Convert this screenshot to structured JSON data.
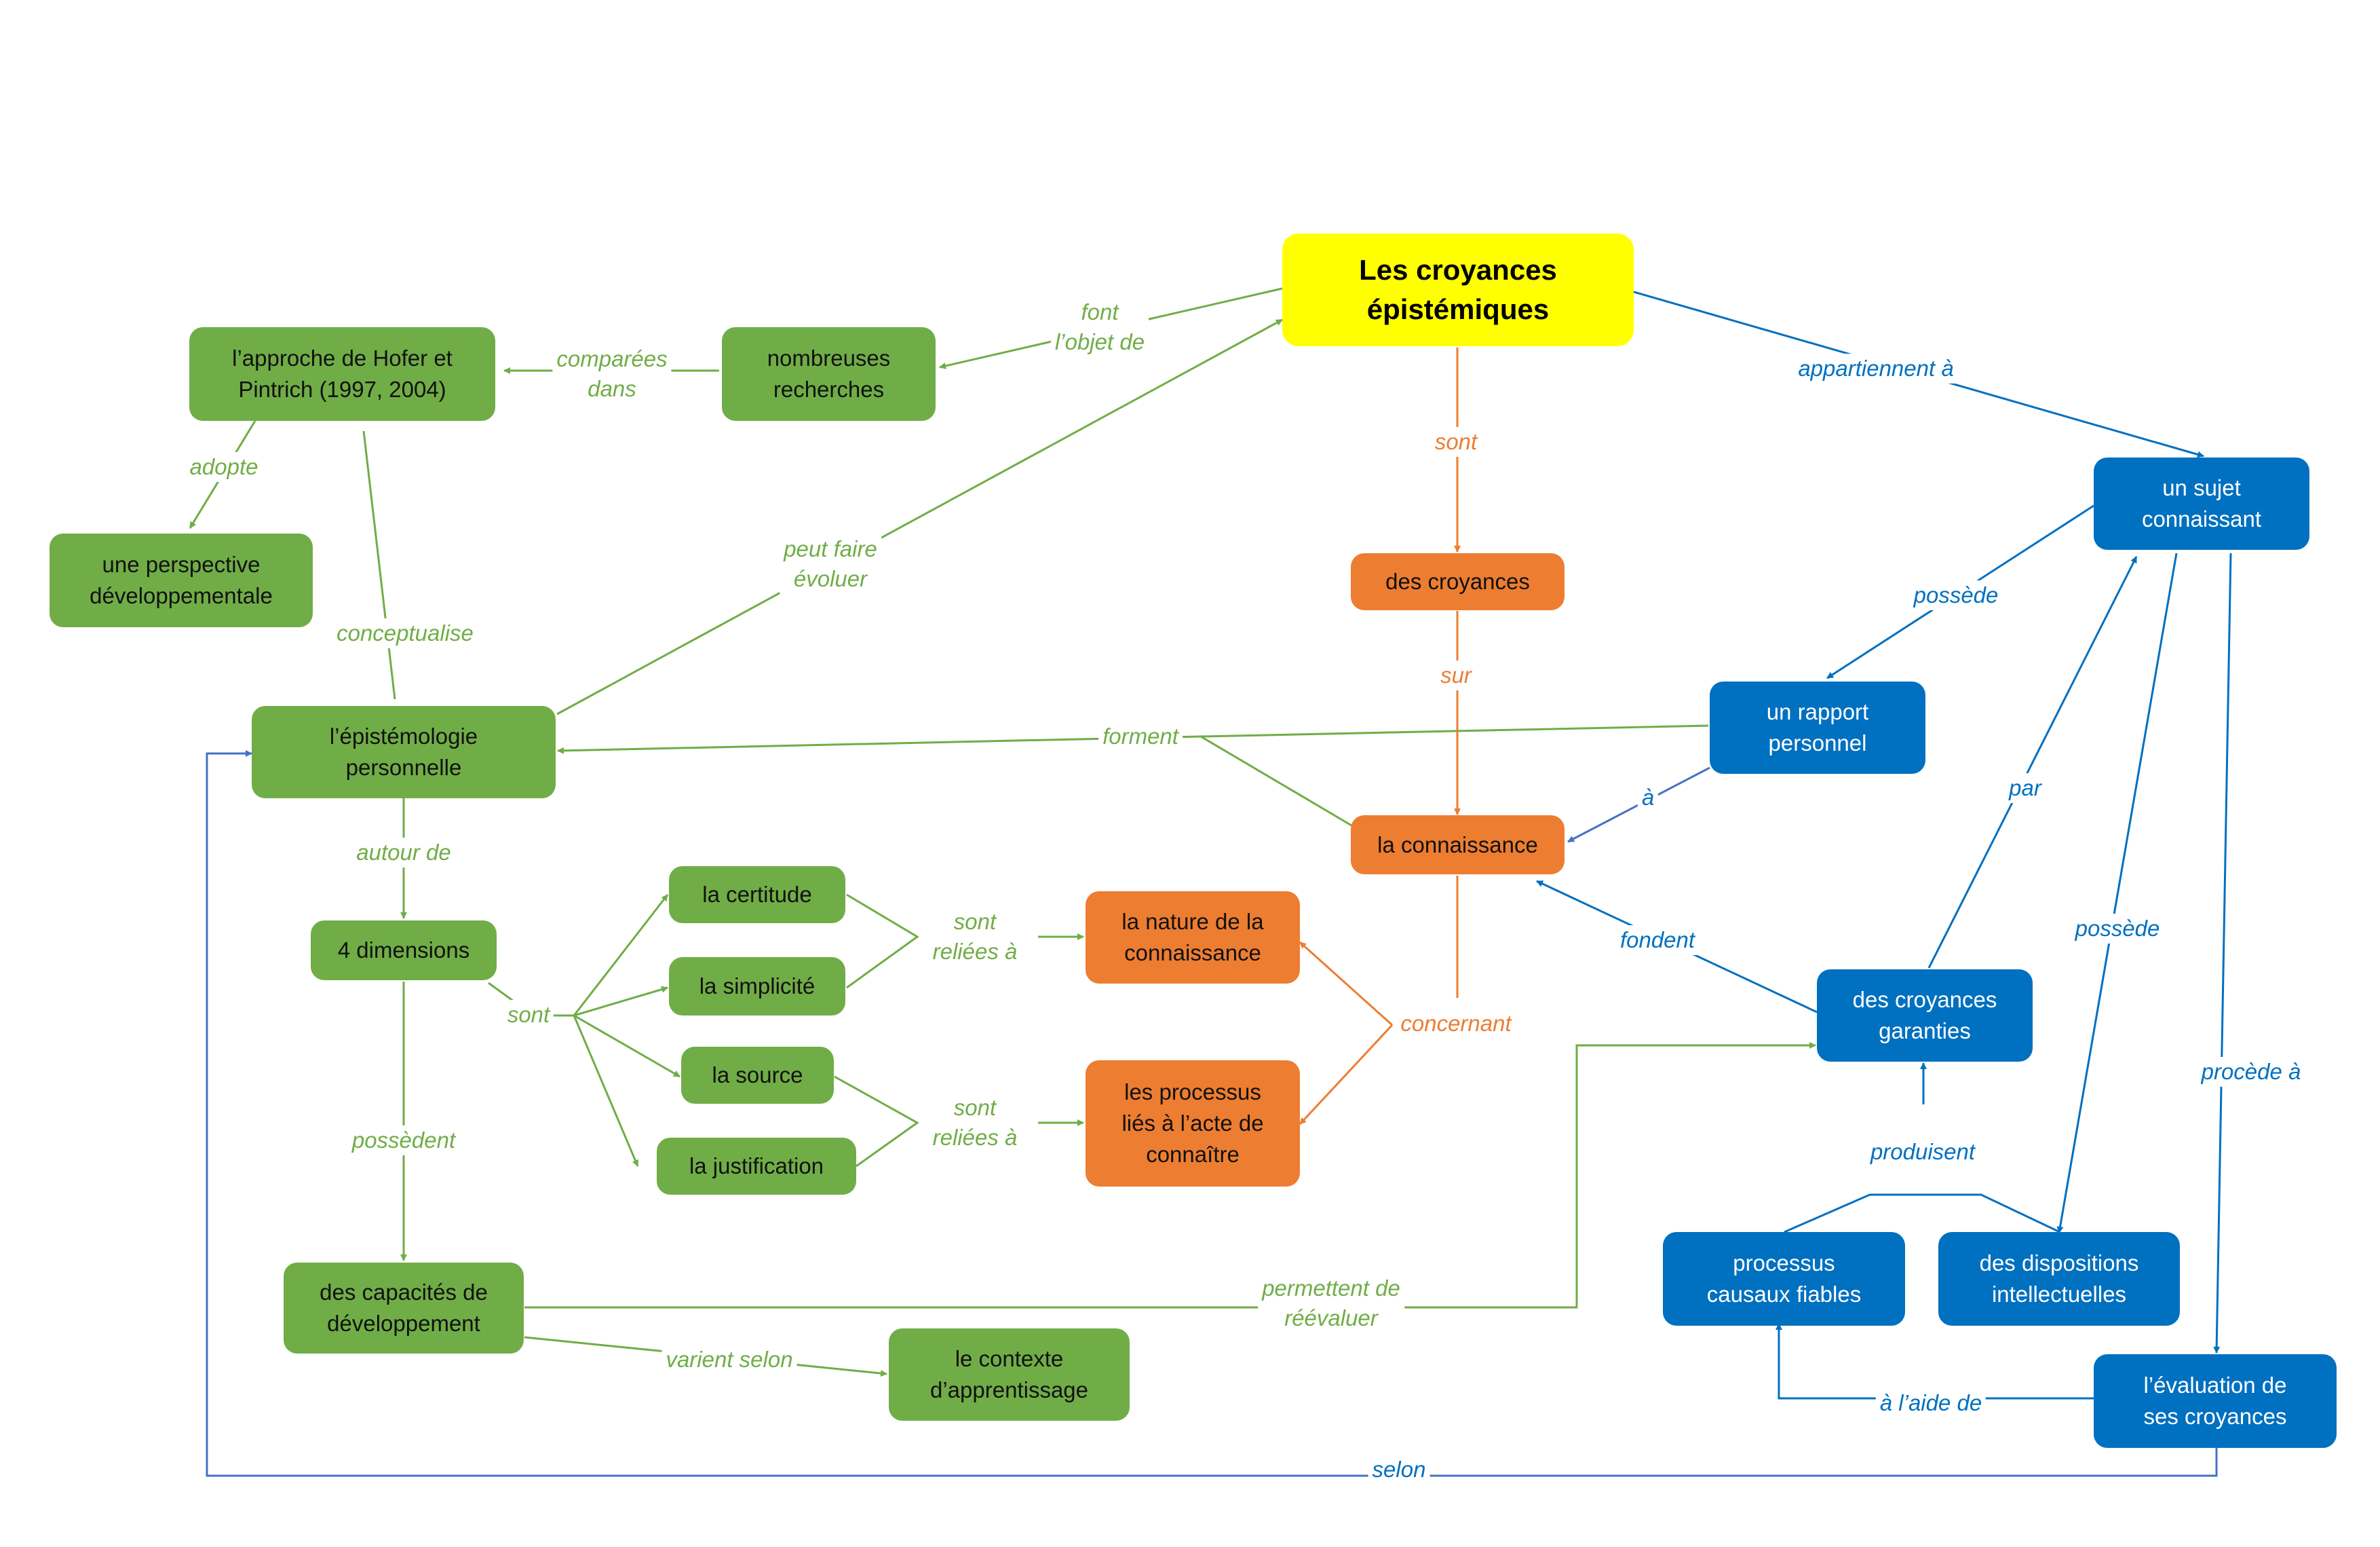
{
  "colors": {
    "green": "#70ad47",
    "orange": "#ed7d31",
    "blue": "#0070c0",
    "yellow": "#ffff00"
  },
  "nodes": {
    "croyances": "Les croyances\népistémiques",
    "hofer": "l’approche de Hofer et\nPintrich (1997, 2004)",
    "recherches": "nombreuses\nrecherches",
    "perspective": "une perspective\ndéveloppementale",
    "epistemologie": "l’épistémologie\npersonnelle",
    "dimensions": "4 dimensions",
    "certitude": "la certitude",
    "simplicite": "la simplicité",
    "source": "la source",
    "justification": "la justification",
    "nature": "la nature de la\nconnaissance",
    "processus_acte": "les processus\nliés à l’acte de\nconnaître",
    "des_croyances": "des croyances",
    "connaissance": "la connaissance",
    "capacites": "des capacités de\ndéveloppement",
    "contexte": "le contexte\nd’apprentissage",
    "sujet": "un sujet\nconnaissant",
    "rapport": "un rapport\npersonnel",
    "garanties": "des croyances\ngaranties",
    "causaux": "processus\ncausaux fiables",
    "dispositions": "des dispositions\nintellectuelles",
    "evaluation": "l’évaluation de\nses croyances"
  },
  "links": {
    "font_objet": "font\nl’objet de",
    "comparees": "comparées\ndans",
    "adopte": "adopte",
    "conceptualise": "conceptualise",
    "peut_faire": "peut faire\névoluer",
    "forment": "forment",
    "autour": "autour de",
    "sont_dims": "sont",
    "reliees1": "sont\nreliées à",
    "reliees2": "sont\nreliées à",
    "possedent": "possèdent",
    "varient": "varient selon",
    "permettent": "permettent de\nréévaluer",
    "sont": "sont",
    "sur": "sur",
    "concernant": "concernant",
    "appartiennent": "appartiennent à",
    "possede1": "possède",
    "a": "à",
    "fondent": "fondent",
    "par": "par",
    "possede2": "possède",
    "procede": "procède à",
    "produisent": "produisent",
    "aide": "à l’aide de",
    "selon": "selon"
  }
}
